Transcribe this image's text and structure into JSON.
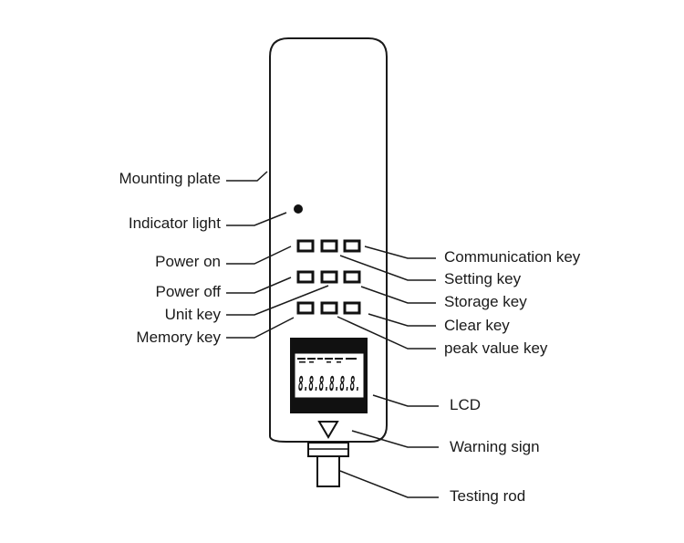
{
  "labels": {
    "mounting_plate": "Mounting plate",
    "indicator_light": "Indicator light",
    "power_on": "Power on",
    "power_off": "Power off",
    "unit_key": "Unit key",
    "memory_key": "Memory key",
    "communication_key": "Communication key",
    "setting_key": "Setting key",
    "storage_key": "Storage key",
    "clear_key": "Clear key",
    "peak_value_key": "peak value key",
    "lcd": "LCD",
    "warning_sign": "Warning sign",
    "testing_rod": "Testing rod"
  },
  "lcd_display": "8.8.8.8.8.8.",
  "colors": {
    "outline": "#1a1a1a",
    "lcd_body": "#111111",
    "lcd_screen": "#ffffff"
  }
}
